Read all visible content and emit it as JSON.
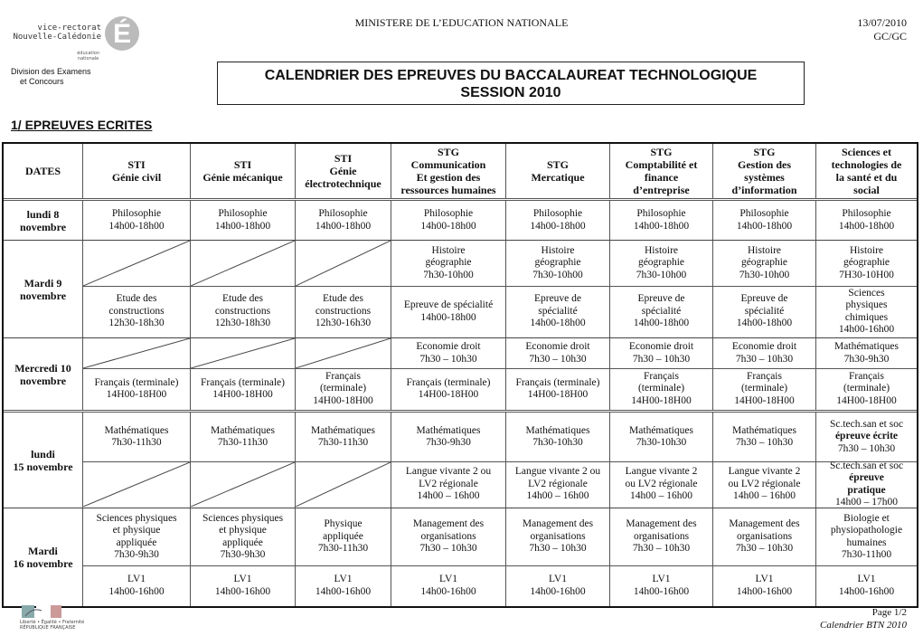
{
  "header": {
    "ministry": "MINISTERE DE L’EDUCATION NATIONALE",
    "date": "13/07/2010",
    "ref": "GC/GC",
    "logo": {
      "line1": "vice-rectorat",
      "line2": "Nouvelle-Calédonie",
      "line3": "éducation",
      "line4": "nationale",
      "letter": "É"
    },
    "division": [
      "Division des Examens",
      "et Concours"
    ],
    "title": [
      "CALENDRIER DES EPREUVES DU BACCALAUREAT TECHNOLOGIQUE",
      "SESSION 2010"
    ]
  },
  "section_title": "1/ EPREUVES ECRITES",
  "table": {
    "columns": [
      [
        "DATES"
      ],
      [
        "STI",
        "Génie civil"
      ],
      [
        "STI",
        "Génie mécanique"
      ],
      [
        "STI",
        "Génie",
        "électrotechnique"
      ],
      [
        "STG",
        "Communication",
        "Et gestion des",
        "ressources humaines"
      ],
      [
        "STG",
        "Mercatique"
      ],
      [
        "STG",
        "Comptabilité et",
        "finance",
        "d’entreprise"
      ],
      [
        "STG",
        "Gestion des",
        "systèmes",
        "d’information"
      ],
      [
        "Sciences et",
        "technologies de",
        "la santé et du",
        "social"
      ]
    ],
    "days": [
      {
        "label": [
          "lundi 8",
          "novembre"
        ],
        "slots": [
          [
            [
              "Philosophie",
              "14h00-18h00"
            ],
            [
              "Philosophie",
              "14h00-18h00"
            ],
            [
              "Philosophie",
              "14h00-18h00"
            ],
            [
              "Philosophie",
              "14h00-18h00"
            ],
            [
              "Philosophie",
              "14h00-18h00"
            ],
            [
              "Philosophie",
              "14h00-18h00"
            ],
            [
              "Philosophie",
              "14h00-18h00"
            ],
            [
              "Philosophie",
              "14h00-18h00"
            ]
          ]
        ]
      },
      {
        "label": [
          "Mardi 9",
          "novembre"
        ],
        "slots": [
          [
            null,
            null,
            null,
            [
              "Histoire",
              "géographie",
              "7h30-10h00"
            ],
            [
              "Histoire",
              "géographie",
              "7h30-10h00"
            ],
            [
              "Histoire",
              "géographie",
              "7h30-10h00"
            ],
            [
              "Histoire",
              "géographie",
              "7h30-10h00"
            ],
            [
              "Histoire",
              "géographie",
              "7H30-10H00"
            ]
          ],
          [
            [
              "Etude des",
              "constructions",
              "12h30-18h30"
            ],
            [
              "Etude des",
              "constructions",
              "12h30-18h30"
            ],
            [
              "Etude des",
              "constructions",
              "12h30-16h30"
            ],
            [
              "Epreuve de spécialité",
              "14h00-18h00"
            ],
            [
              "Epreuve de",
              "spécialité",
              "14h00-18h00"
            ],
            [
              "Epreuve de",
              "spécialité",
              "14h00-18h00"
            ],
            [
              "Epreuve de",
              "spécialité",
              "14h00-18h00"
            ],
            [
              "Sciences",
              "physiques",
              "chimiques",
              "14h00-16h00"
            ]
          ]
        ]
      },
      {
        "label": [
          "Mercredi 10",
          "novembre"
        ],
        "slots": [
          [
            null,
            null,
            null,
            [
              "Economie droit",
              "7h30 – 10h30"
            ],
            [
              "Economie droit",
              "7h30 – 10h30"
            ],
            [
              "Economie droit",
              "7h30 – 10h30"
            ],
            [
              "Economie droit",
              "7h30 – 10h30"
            ],
            [
              "Mathématiques",
              "7h30-9h30"
            ]
          ],
          [
            [
              "Français (terminale)",
              "14H00-18H00"
            ],
            [
              "Français (terminale)",
              "14H00-18H00"
            ],
            [
              "Français",
              "(terminale)",
              "14H00-18H00"
            ],
            [
              "Français (terminale)",
              "14H00-18H00"
            ],
            [
              "Français (terminale)",
              "14H00-18H00"
            ],
            [
              "Français",
              "(terminale)",
              "14H00-18H00"
            ],
            [
              "Français",
              "(terminale)",
              "14H00-18H00"
            ],
            [
              "Français",
              "(terminale)",
              "14H00-18H00"
            ]
          ]
        ]
      },
      {
        "label": [
          "lundi",
          "15 novembre"
        ],
        "slots": [
          [
            [
              "Mathématiques",
              "7h30-11h30"
            ],
            [
              "Mathématiques",
              "7h30-11h30"
            ],
            [
              "Mathématiques",
              "7h30-11h30"
            ],
            [
              "Mathématiques",
              "7h30-9h30"
            ],
            [
              "Mathématiques",
              "7h30-10h30"
            ],
            [
              "Mathématiques",
              "7h30-10h30"
            ],
            [
              "Mathématiques",
              "7h30 – 10h30"
            ],
            [
              "Sc.tech.san et soc",
              "*épreuve écrite",
              "7h30 – 10h30"
            ]
          ],
          [
            null,
            null,
            null,
            [
              "Langue vivante 2 ou",
              "LV2 régionale",
              "14h00 – 16h00"
            ],
            [
              "Langue vivante 2 ou",
              "LV2 régionale",
              "14h00 – 16h00"
            ],
            [
              "Langue vivante 2",
              "ou LV2 régionale",
              "14h00 – 16h00"
            ],
            [
              "Langue vivante 2",
              "ou LV2 régionale",
              "14h00 – 16h00"
            ],
            [
              "Sc.tech.san et soc",
              "*épreuve",
              "*pratique",
              "14h00 – 17h00"
            ]
          ]
        ]
      },
      {
        "label": [
          "Mardi",
          "16 novembre"
        ],
        "slots": [
          [
            [
              "Sciences physiques",
              "et physique",
              "appliquée",
              "7h30-9h30"
            ],
            [
              "Sciences physiques",
              "et physique",
              "appliquée",
              "7h30-9h30"
            ],
            [
              "Physique",
              "appliquée",
              "7h30-11h30"
            ],
            [
              "Management des",
              "organisations",
              "7h30 – 10h30"
            ],
            [
              "Management des",
              "organisations",
              "7h30 – 10h30"
            ],
            [
              "Management des",
              "organisations",
              "7h30 – 10h30"
            ],
            [
              "Management des",
              "organisations",
              "7h30 – 10h30"
            ],
            [
              "Biologie et",
              "physiopathologie",
              "humaines",
              "7h30-11h00"
            ]
          ],
          [
            [
              "LV1",
              "14h00-16h00"
            ],
            [
              "LV1",
              "14h00-16h00"
            ],
            [
              "LV1",
              "14h00-16h00"
            ],
            [
              "LV1",
              "14h00-16h00"
            ],
            [
              "LV1",
              "14h00-16h00"
            ],
            [
              "LV1",
              "14h00-16h00"
            ],
            [
              "LV1",
              "14h00-16h00"
            ],
            [
              "LV1",
              "14h00-16h00"
            ]
          ]
        ]
      }
    ]
  },
  "footer": {
    "page": "Page 1/2",
    "doc": "Calendrier  BTN 2010",
    "marianne_text": "Liberté • Égalité • Fraternité RÉPUBLIQUE FRANÇAISE"
  }
}
